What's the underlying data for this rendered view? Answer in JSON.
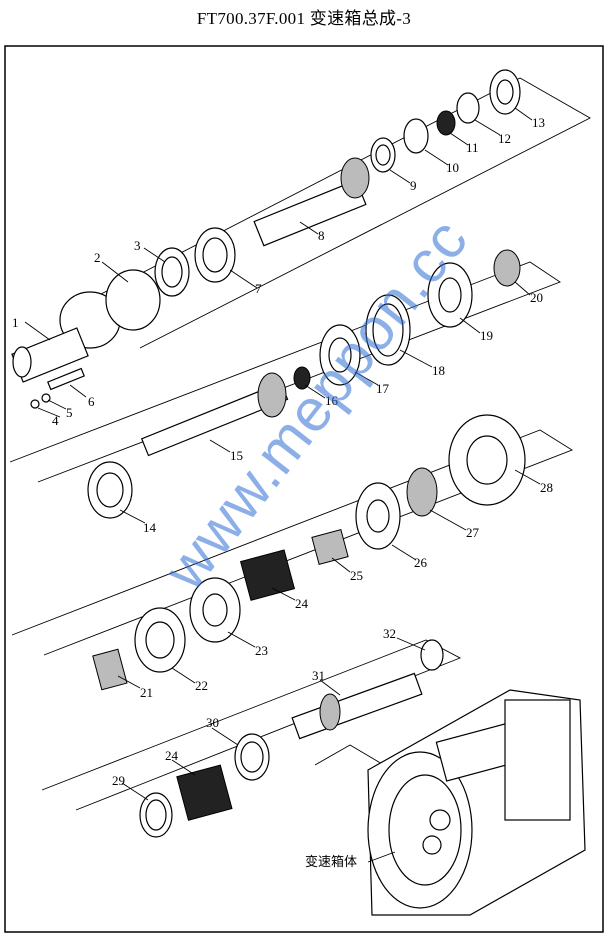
{
  "title": "FT700.37F.001  变速箱总成-3",
  "watermark": "www.meppon.cc",
  "housing_label": "变速箱体",
  "callouts": [
    {
      "id": "c1",
      "text": "1"
    },
    {
      "id": "c2",
      "text": "2"
    },
    {
      "id": "c3",
      "text": "3"
    },
    {
      "id": "c4",
      "text": "4"
    },
    {
      "id": "c5",
      "text": "5"
    },
    {
      "id": "c6",
      "text": "6"
    },
    {
      "id": "c7",
      "text": "7"
    },
    {
      "id": "c8",
      "text": "8"
    },
    {
      "id": "c9",
      "text": "9"
    },
    {
      "id": "c10",
      "text": "10"
    },
    {
      "id": "c11",
      "text": "11"
    },
    {
      "id": "c12",
      "text": "12"
    },
    {
      "id": "c13",
      "text": "13"
    },
    {
      "id": "c14",
      "text": "14"
    },
    {
      "id": "c15",
      "text": "15"
    },
    {
      "id": "c16",
      "text": "16"
    },
    {
      "id": "c17",
      "text": "17"
    },
    {
      "id": "c18",
      "text": "18"
    },
    {
      "id": "c19",
      "text": "19"
    },
    {
      "id": "c20",
      "text": "20"
    },
    {
      "id": "c21",
      "text": "21"
    },
    {
      "id": "c22",
      "text": "22"
    },
    {
      "id": "c23",
      "text": "23"
    },
    {
      "id": "c24a",
      "text": "24"
    },
    {
      "id": "c25",
      "text": "25"
    },
    {
      "id": "c26",
      "text": "26"
    },
    {
      "id": "c27",
      "text": "27"
    },
    {
      "id": "c28",
      "text": "28"
    },
    {
      "id": "c29",
      "text": "29"
    },
    {
      "id": "c30",
      "text": "30"
    },
    {
      "id": "c31",
      "text": "31"
    },
    {
      "id": "c32",
      "text": "32"
    },
    {
      "id": "c24b",
      "text": "24"
    }
  ]
}
